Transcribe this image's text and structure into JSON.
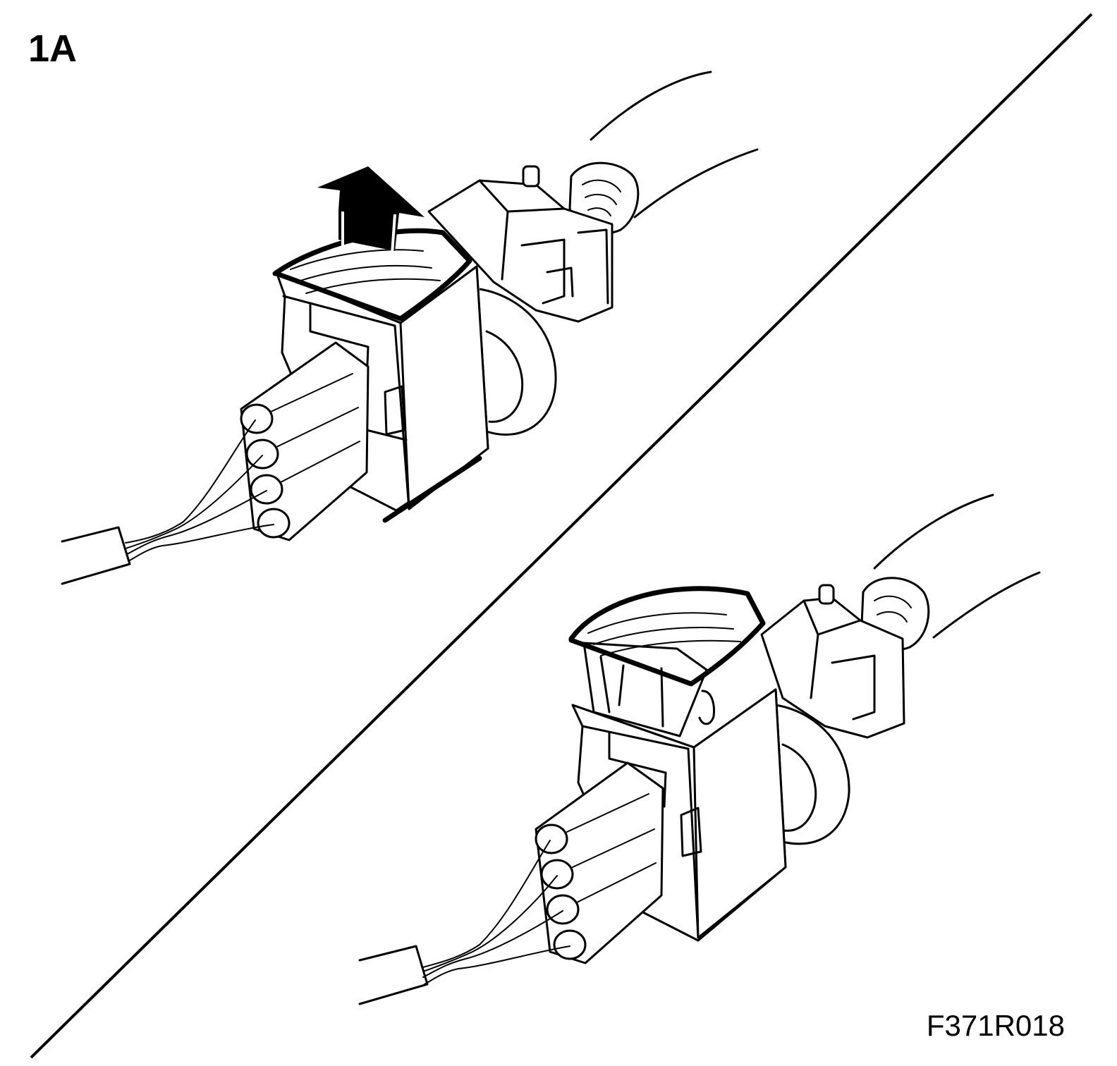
{
  "figure": {
    "step_label": "1A",
    "reference_code": "F371R018"
  },
  "illustration": {
    "divider": "diagonal-line",
    "panels": [
      {
        "name": "connector-lock-released",
        "arrow": "lift-up-arrow"
      },
      {
        "name": "connector-lock-raised"
      }
    ],
    "colors": {
      "ink": "#000000",
      "paper": "#ffffff"
    }
  }
}
